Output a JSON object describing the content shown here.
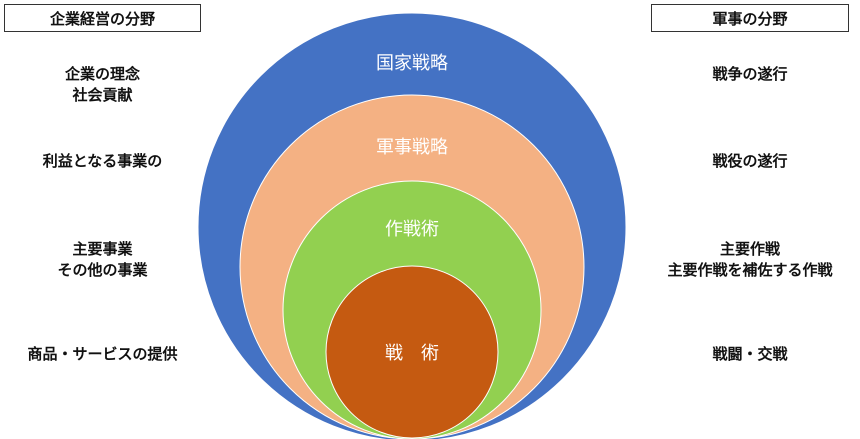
{
  "left": {
    "header": "企業経営の分野",
    "items": [
      "企業の理念\n社会貢献",
      "利益となる事業の",
      "主要事業\nその他の事業",
      "商品・サービスの提供"
    ]
  },
  "right": {
    "header": "軍事の分野",
    "items": [
      "戦争の遂行",
      "戦役の遂行",
      "主要作戦\n主要作戦を補佐する作戦",
      "戦闘・交戦"
    ]
  },
  "circles": [
    {
      "label": "国家戦略",
      "color": "#4472C4"
    },
    {
      "label": "軍事戦略",
      "color": "#F4B183"
    },
    {
      "label": "作戦術",
      "color": "#92D050"
    },
    {
      "label": "戦　術",
      "color": "#C55A11"
    }
  ]
}
